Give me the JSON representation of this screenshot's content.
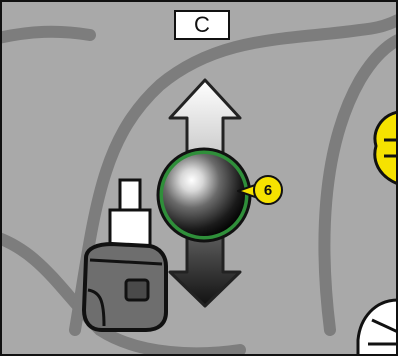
{
  "panel": {
    "label": "C"
  },
  "callout": {
    "number": "6",
    "color": "#f6e200"
  },
  "colors": {
    "background": "#a9a9a9",
    "contour": "#7d7d7d",
    "knob_ring": "#2f8f3a",
    "accent_yellow": "#f6e200"
  },
  "icons": [
    "up-arrow-icon",
    "down-arrow-icon",
    "joystick-knob",
    "key-fob-icon",
    "steering-wheel-icon"
  ]
}
